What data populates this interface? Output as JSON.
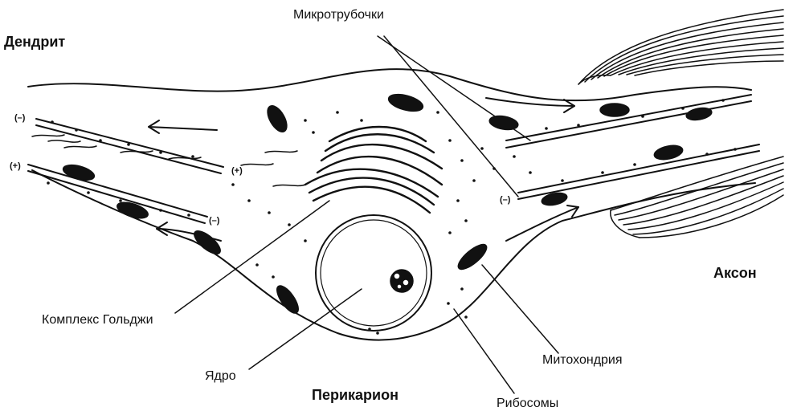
{
  "labels": {
    "dendrite": "Дендрит",
    "microtubules": "Микротрубочки",
    "axon": "Аксон",
    "golgi": "Комплекс Гольджи",
    "nucleus": "Ядро",
    "perikaryon": "Перикарион",
    "mitochondria": "Митохондрия",
    "ribosomes": "Рибосомы"
  },
  "markers": {
    "minus": "(–)",
    "plus": "(+)"
  },
  "colors": {
    "ink": "#111111",
    "background": "#ffffff"
  }
}
